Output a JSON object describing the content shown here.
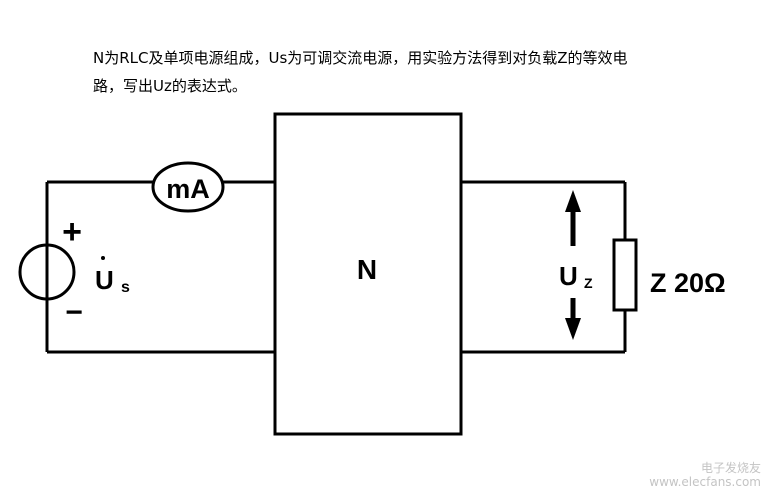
{
  "problem": {
    "line1": "N为RLC及单项电源组成，Us为可调交流电源，用实验方法得到对负载Z的等效电",
    "line2": "路，写出Uz的表达式。"
  },
  "circuit": {
    "ammeter_label": "mA",
    "network_label": "N",
    "source_plus": "+",
    "source_minus": "−",
    "source_label": "U",
    "source_subscript": "s",
    "voltage_label": "U",
    "voltage_subscript": "Z",
    "load_label": "Z 20Ω"
  },
  "watermark": {
    "brand": "电子发烧友",
    "url": "www.elecfans.com"
  }
}
